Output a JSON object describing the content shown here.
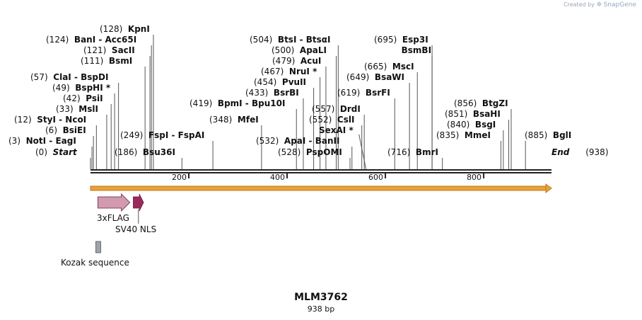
{
  "credit": {
    "prefix": "Created by",
    "brand": "SnapGene"
  },
  "plasmid": {
    "name": "MLM3762",
    "length_label": "938 bp",
    "length": 938
  },
  "colors": {
    "backbone": "#222222",
    "orf_arrow": "#e6a23c",
    "flag": "#d29aae",
    "nls": "#9b2a5c",
    "kozak": "#9ea3ad"
  },
  "ticks": [
    {
      "value": 200,
      "label": "200"
    },
    {
      "value": 400,
      "label": "400"
    },
    {
      "value": 600,
      "label": "600"
    },
    {
      "value": 800,
      "label": "800"
    }
  ],
  "sites": [
    {
      "pos": 0,
      "pos_label": "(0)",
      "name": "Start",
      "italic": true
    },
    {
      "pos": 3,
      "pos_label": "(3)",
      "name": "NotI  -  EagI"
    },
    {
      "pos": 6,
      "pos_label": "(6)",
      "name": "BsiEI"
    },
    {
      "pos": 12,
      "pos_label": "(12)",
      "name": "StyI  -  NcoI"
    },
    {
      "pos": 33,
      "pos_label": "(33)",
      "name": "MslI"
    },
    {
      "pos": 42,
      "pos_label": "(42)",
      "name": "PsiI"
    },
    {
      "pos": 49,
      "pos_label": "(49)",
      "name": "BspHI *"
    },
    {
      "pos": 57,
      "pos_label": "(57)",
      "name": "ClaI  -  BspDI"
    },
    {
      "pos": 111,
      "pos_label": "(111)",
      "name": "BsmI"
    },
    {
      "pos": 121,
      "pos_label": "(121)",
      "name": "SacII"
    },
    {
      "pos": 124,
      "pos_label": "(124)",
      "name": "BanI  -  Acc65I"
    },
    {
      "pos": 128,
      "pos_label": "(128)",
      "name": "KpnI"
    },
    {
      "pos": 186,
      "pos_label": "(186)",
      "name": "Bsu36I"
    },
    {
      "pos": 249,
      "pos_label": "(249)",
      "name": "FspI  -  FspAI"
    },
    {
      "pos": 348,
      "pos_label": "(348)",
      "name": "MfeI"
    },
    {
      "pos": 419,
      "pos_label": "(419)",
      "name": "BpmI  -  Bpu10I"
    },
    {
      "pos": 433,
      "pos_label": "(433)",
      "name": "BsrBI"
    },
    {
      "pos": 454,
      "pos_label": "(454)",
      "name": "PvuII"
    },
    {
      "pos": 467,
      "pos_label": "(467)",
      "name": "NruI *"
    },
    {
      "pos": 479,
      "pos_label": "(479)",
      "name": "AcuI"
    },
    {
      "pos": 500,
      "pos_label": "(500)",
      "name": "ApaLI"
    },
    {
      "pos": 504,
      "pos_label": "(504)",
      "name": "BtsI  -  BtsαI"
    },
    {
      "pos": 528,
      "pos_label": "(528)",
      "name": "PspOMI"
    },
    {
      "pos": 532,
      "pos_label": "(532)",
      "name": "ApaI  -  BanII"
    },
    {
      "pos": 552,
      "pos_label": "(552)",
      "name": "CslI"
    },
    {
      "pos": 557,
      "pos_label": "(557)",
      "name": "DrdI"
    },
    {
      "pos": 619,
      "pos_label": "(619)",
      "name": "BsrFI"
    },
    {
      "pos": 649,
      "pos_label": "(649)",
      "name": "BsaWI"
    },
    {
      "pos": 665,
      "pos_label": "(665)",
      "name": "MscI"
    },
    {
      "pos": 695,
      "pos_label": "(695)",
      "name": "Esp3I"
    },
    {
      "pos": 695,
      "pos_label": "",
      "name": "BsmBI"
    },
    {
      "pos": 716,
      "pos_label": "(716)",
      "name": "BmrI"
    },
    {
      "pos": 835,
      "pos_label": "(835)",
      "name": "MmeI"
    },
    {
      "pos": 840,
      "pos_label": "(840)",
      "name": "BsgI"
    },
    {
      "pos": 851,
      "pos_label": "(851)",
      "name": "BsaHI"
    },
    {
      "pos": 856,
      "pos_label": "(856)",
      "name": "BtgZI"
    },
    {
      "pos": 885,
      "pos_label": "(885)",
      "name": "BglI"
    },
    {
      "pos": 938,
      "pos_label": "(938)",
      "name": "End",
      "italic": true
    }
  ],
  "sequence_start_extra": "SexAI *",
  "features": [
    {
      "name": "3xFLAG",
      "start": 15,
      "end": 80,
      "kind": "arrow"
    },
    {
      "name": "SV40 NLS",
      "start": 87,
      "end": 108,
      "kind": "arrow"
    },
    {
      "name": "Kozak sequence",
      "start": 5,
      "end": 14,
      "kind": "box"
    }
  ]
}
